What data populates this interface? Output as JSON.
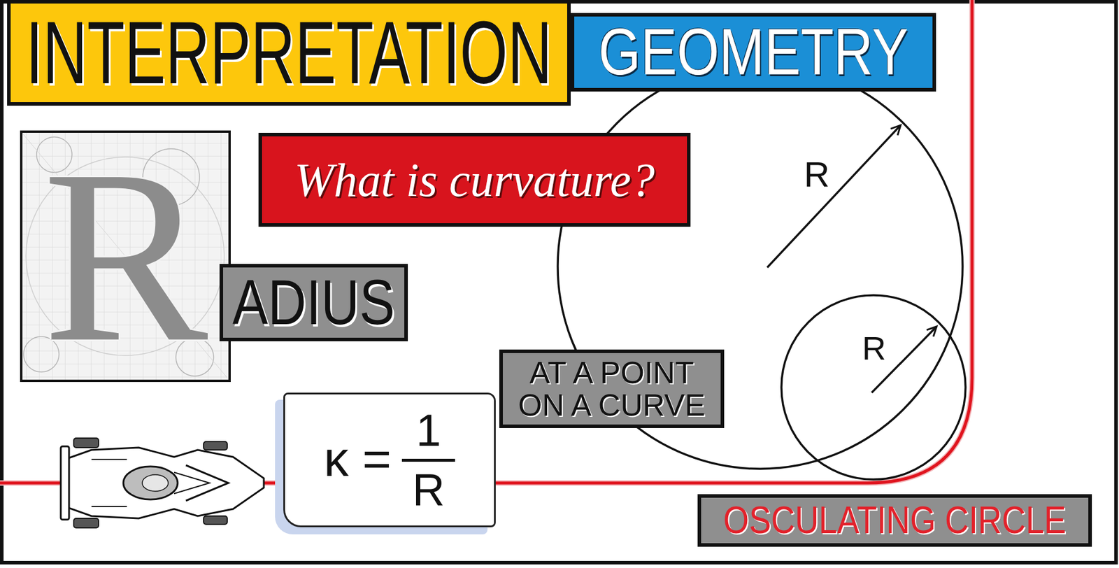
{
  "diagram": {
    "nodes": [
      {
        "text": [
          "INTERPRETATION"
        ]
      },
      {
        "text": [
          "GEOMETRY"
        ]
      },
      {
        "text": [
          "R"
        ]
      },
      {
        "text": [
          "What is curvature?"
        ]
      },
      {
        "text": [
          "ADIUS"
        ]
      },
      {
        "text": [
          "AT A POINT ON A CURVE"
        ]
      },
      {
        "text": [
          "κ =",
          "1",
          "R"
        ]
      },
      {
        "text": [
          "OSCULATING CIRCLE"
        ]
      }
    ],
    "labels": [
      "R",
      "R"
    ]
  }
}
